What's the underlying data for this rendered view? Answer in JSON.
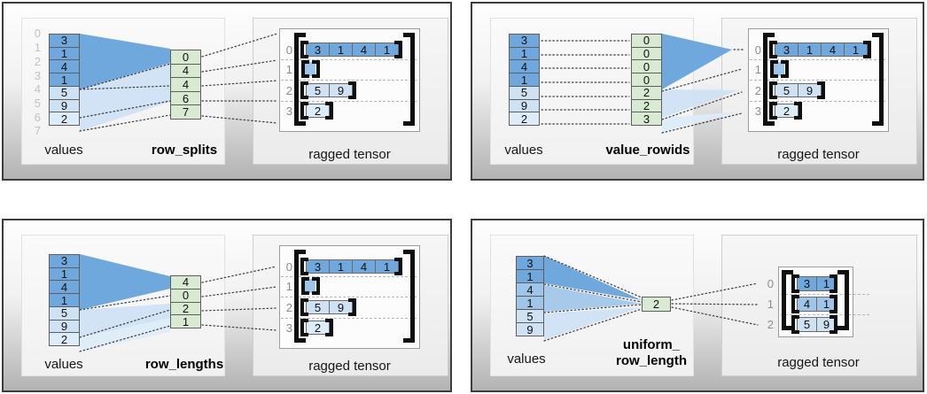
{
  "palette": {
    "row0": "#6fa8dc",
    "row1": "#9fc5e8",
    "row2": "#cfe2f3",
    "row3": "#ddecf9",
    "green": "#d9ead3"
  },
  "panels": {
    "row_splits": {
      "values_label": "values",
      "aux_label": "row_splits",
      "tensor_label": "ragged tensor",
      "value_indices": [
        "0",
        "1",
        "2",
        "3",
        "4",
        "5",
        "6",
        "7"
      ],
      "values": [
        {
          "v": "3",
          "shade": "row0"
        },
        {
          "v": "1",
          "shade": "row0"
        },
        {
          "v": "4",
          "shade": "row0"
        },
        {
          "v": "1",
          "shade": "row0"
        },
        {
          "v": "5",
          "shade": "row2"
        },
        {
          "v": "9",
          "shade": "row2"
        },
        {
          "v": "2",
          "shade": "row3"
        }
      ],
      "aux": [
        "0",
        "4",
        "4",
        "6",
        "7"
      ],
      "tensor_rows": [
        {
          "index": "0",
          "cells": [
            {
              "v": "3",
              "shade": "row0"
            },
            {
              "v": "1",
              "shade": "row0"
            },
            {
              "v": "4",
              "shade": "row0"
            },
            {
              "v": "1",
              "shade": "row0"
            }
          ]
        },
        {
          "index": "1",
          "empty": true,
          "cells": []
        },
        {
          "index": "2",
          "cells": [
            {
              "v": "5",
              "shade": "row2"
            },
            {
              "v": "9",
              "shade": "row2"
            }
          ]
        },
        {
          "index": "3",
          "cells": [
            {
              "v": "2",
              "shade": "row3"
            }
          ]
        }
      ]
    },
    "value_rowids": {
      "values_label": "values",
      "aux_label": "value_rowids",
      "tensor_label": "ragged tensor",
      "values": [
        {
          "v": "3",
          "shade": "row0"
        },
        {
          "v": "1",
          "shade": "row0"
        },
        {
          "v": "4",
          "shade": "row0"
        },
        {
          "v": "1",
          "shade": "row0"
        },
        {
          "v": "5",
          "shade": "row2"
        },
        {
          "v": "9",
          "shade": "row2"
        },
        {
          "v": "2",
          "shade": "row3"
        }
      ],
      "aux": [
        "0",
        "0",
        "0",
        "0",
        "2",
        "2",
        "3"
      ],
      "tensor_rows": [
        {
          "index": "0",
          "cells": [
            {
              "v": "3",
              "shade": "row0"
            },
            {
              "v": "1",
              "shade": "row0"
            },
            {
              "v": "4",
              "shade": "row0"
            },
            {
              "v": "1",
              "shade": "row0"
            }
          ]
        },
        {
          "index": "1",
          "empty": true,
          "cells": []
        },
        {
          "index": "2",
          "cells": [
            {
              "v": "5",
              "shade": "row2"
            },
            {
              "v": "9",
              "shade": "row2"
            }
          ]
        },
        {
          "index": "3",
          "cells": [
            {
              "v": "2",
              "shade": "row3"
            }
          ]
        }
      ]
    },
    "row_lengths": {
      "values_label": "values",
      "aux_label": "row_lengths",
      "tensor_label": "ragged tensor",
      "values": [
        {
          "v": "3",
          "shade": "row0"
        },
        {
          "v": "1",
          "shade": "row0"
        },
        {
          "v": "4",
          "shade": "row0"
        },
        {
          "v": "1",
          "shade": "row0"
        },
        {
          "v": "5",
          "shade": "row2"
        },
        {
          "v": "9",
          "shade": "row2"
        },
        {
          "v": "2",
          "shade": "row3"
        }
      ],
      "aux": [
        "4",
        "0",
        "2",
        "1"
      ],
      "tensor_rows": [
        {
          "index": "0",
          "cells": [
            {
              "v": "3",
              "shade": "row0"
            },
            {
              "v": "1",
              "shade": "row0"
            },
            {
              "v": "4",
              "shade": "row0"
            },
            {
              "v": "1",
              "shade": "row0"
            }
          ]
        },
        {
          "index": "1",
          "empty": true,
          "cells": []
        },
        {
          "index": "2",
          "cells": [
            {
              "v": "5",
              "shade": "row2"
            },
            {
              "v": "9",
              "shade": "row2"
            }
          ]
        },
        {
          "index": "3",
          "cells": [
            {
              "v": "2",
              "shade": "row3"
            }
          ]
        }
      ]
    },
    "uniform_row_length": {
      "values_label": "values",
      "aux_label_line1": "uniform_",
      "aux_label_line2": "row_length",
      "tensor_label": "ragged tensor",
      "values": [
        {
          "v": "3",
          "shade": "row0"
        },
        {
          "v": "1",
          "shade": "row0"
        },
        {
          "v": "4",
          "shade": "row1"
        },
        {
          "v": "1",
          "shade": "row1"
        },
        {
          "v": "5",
          "shade": "row2"
        },
        {
          "v": "9",
          "shade": "row2"
        }
      ],
      "aux": [
        "2"
      ],
      "tensor_rows": [
        {
          "index": "0",
          "cells": [
            {
              "v": "3",
              "shade": "row0"
            },
            {
              "v": "1",
              "shade": "row0"
            }
          ]
        },
        {
          "index": "1",
          "cells": [
            {
              "v": "4",
              "shade": "row1"
            },
            {
              "v": "1",
              "shade": "row1"
            }
          ]
        },
        {
          "index": "2",
          "cells": [
            {
              "v": "5",
              "shade": "row2"
            },
            {
              "v": "9",
              "shade": "row2"
            }
          ]
        }
      ]
    }
  }
}
